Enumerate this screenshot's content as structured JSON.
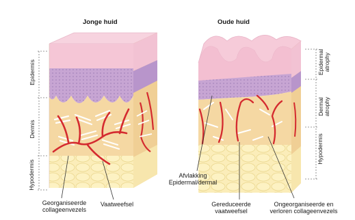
{
  "titles": {
    "young": "Jonge huid",
    "old": "Oude huid"
  },
  "left_axis": {
    "epidermis": "Epidermis",
    "dermis": "Dermis",
    "hypodermis": "Hypodermis"
  },
  "right_axis": {
    "epidermal_1": "Epidermal",
    "epidermal_2": "atrophy",
    "dermal_1": "Dermal",
    "dermal_2": "atrophy",
    "hypodermis": "Hypodermis"
  },
  "captions": {
    "collagen_organized_1": "Georganiseerde",
    "collagen_organized_2": "collageenvezels",
    "vascular": "Vaatweefsel",
    "flattening_1": "Afvlakking",
    "flattening_2": "Epidermal/dermal",
    "reduced_vascular_1": "Gereduceerde",
    "reduced_vascular_2": "vaatweefsel",
    "disorganized_1": "Ongeorganiseerde en",
    "disorganized_2": "verloren collageenvezels"
  },
  "colors": {
    "skin_top": "#f4c7d6",
    "epidermis": "#c9a8d4",
    "dermis": "#f6d9a6",
    "hypodermis": "#fbeeb8",
    "vessel": "#d9272e"
  }
}
